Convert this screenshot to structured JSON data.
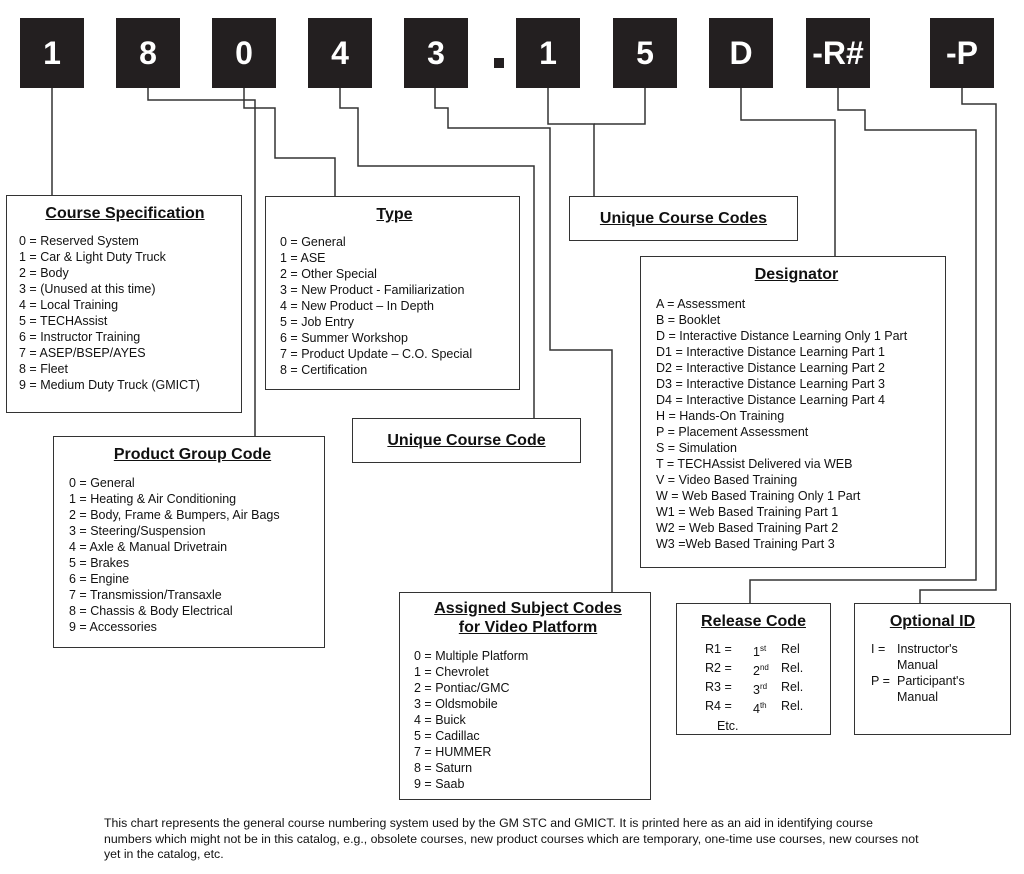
{
  "code_tiles": [
    "1",
    "8",
    "0",
    "4",
    "3",
    "1",
    "5",
    "D",
    "-R#",
    "-P"
  ],
  "course_specification": {
    "title": "Course Specification",
    "items": [
      "0 = Reserved System",
      "1 = Car & Light Duty Truck",
      "2 = Body",
      "3 = (Unused at this time)",
      "4 = Local Training",
      "5 = TECHAssist",
      "6 = Instructor Training",
      "7 = ASEP/BSEP/AYES",
      "8 = Fleet",
      "9 = Medium Duty Truck (GMICT)"
    ]
  },
  "type": {
    "title": "Type",
    "items": [
      "0 = General",
      "1 = ASE",
      "2 = Other Special",
      "3 = New Product - Familiarization",
      "4 = New Product – In Depth",
      "5 = Job Entry",
      "6 = Summer Workshop",
      "7 = Product Update – C.O. Special",
      "8 = Certification"
    ]
  },
  "unique_course_codes": {
    "title": "Unique Course Codes"
  },
  "unique_course_code": {
    "title": "Unique Course Code"
  },
  "designator": {
    "title": "Designator",
    "items": [
      "A = Assessment",
      "B = Booklet",
      "D = Interactive Distance Learning Only 1 Part",
      "D1 = Interactive Distance Learning Part 1",
      "D2 = Interactive Distance Learning Part 2",
      "D3 = Interactive Distance Learning Part 3",
      "D4 = Interactive Distance Learning Part 4",
      "H = Hands-On Training",
      "P = Placement Assessment",
      "S = Simulation",
      "T = TECHAssist Delivered via WEB",
      "V = Video Based Training",
      "W = Web Based Training Only 1 Part",
      "W1 = Web Based Training Part 1",
      "W2 = Web Based Training Part 2",
      "W3 =Web Based Training Part 3"
    ]
  },
  "product_group_code": {
    "title": "Product Group Code",
    "items": [
      "0 = General",
      "1 = Heating & Air Conditioning",
      "2 = Body, Frame & Bumpers, Air Bags",
      "3 = Steering/Suspension",
      "4 = Axle & Manual Drivetrain",
      "5 = Brakes",
      "6 = Engine",
      "7 = Transmission/Transaxle",
      "8 = Chassis & Body Electrical",
      "9 = Accessories"
    ]
  },
  "assigned_subject_codes": {
    "title_line1": "Assigned Subject Codes",
    "title_line2": "for Video Platform",
    "items": [
      "0 = Multiple Platform",
      "1 = Chevrolet",
      "2 = Pontiac/GMC",
      "3 = Oldsmobile",
      "4 = Buick",
      "5 = Cadillac",
      "7 = HUMMER",
      "8 = Saturn",
      "9 = Saab"
    ]
  },
  "release_code": {
    "title": "Release Code",
    "rows": [
      {
        "key": "R1 =",
        "num": "1",
        "sup": "st",
        "label": "Rel"
      },
      {
        "key": "R2 =",
        "num": "2",
        "sup": "nd",
        "label": "Rel."
      },
      {
        "key": "R3 =",
        "num": "3",
        "sup": "rd",
        "label": "Rel."
      },
      {
        "key": "R4 =",
        "num": "4",
        "sup": "th",
        "label": "Rel."
      }
    ],
    "etc": "Etc."
  },
  "optional_id": {
    "title": "Optional ID",
    "rows": [
      {
        "key": "I =",
        "line1": "Instructor's",
        "line2": "Manual"
      },
      {
        "key": "P =",
        "line1": "Participant's",
        "line2": "Manual"
      }
    ]
  },
  "footnote": "This chart represents the general course numbering system used by the GM STC and GMICT.  It is printed here as an aid in identifying course numbers which might not be in this catalog, e.g., obsolete courses, new product courses which are temporary, one-time use courses, new courses not yet in the catalog, etc."
}
